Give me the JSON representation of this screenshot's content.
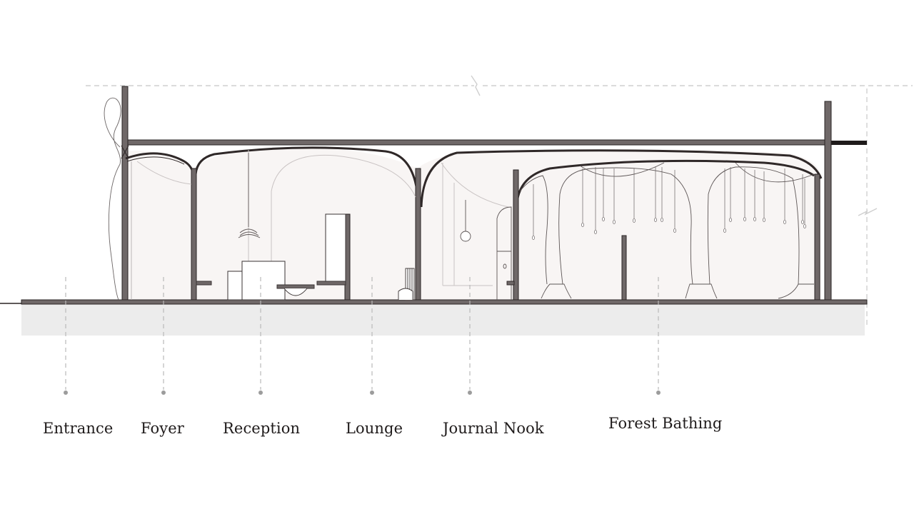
{
  "zones": [
    {
      "label": "Entrance"
    },
    {
      "label": "Foyer"
    },
    {
      "label": "Reception"
    },
    {
      "label": "Lounge"
    },
    {
      "label": "Journal Nook"
    },
    {
      "label": "Forest Bathing"
    }
  ],
  "colors": {
    "structure": "#6f6868",
    "structure_outline": "#2a2424",
    "canopy": "#2f2828",
    "interior_fill": "#f8f5f4",
    "ground": "#ececec",
    "guide": "#b9b9b9",
    "label_text": "#1f1b1b"
  }
}
